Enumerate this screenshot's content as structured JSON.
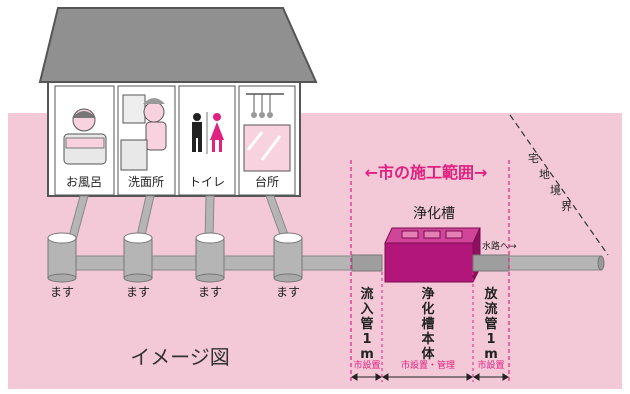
{
  "colors": {
    "background": "#f3c9d8",
    "accent": "#e0217f",
    "tank": "#b2167a",
    "pipe": "#b5b5b5",
    "roof": "#909090",
    "text": "#222222"
  },
  "rooms": [
    "お風呂",
    "洗面所",
    "トイレ",
    "台所"
  ],
  "room_icons": [
    "bathtub-icon",
    "washbasin-icon",
    "toilet-icon",
    "kitchen-icon"
  ],
  "masu_label": "ます",
  "scope_title": "←市の施工範囲→",
  "boundary_label": "宅地境界",
  "tank_label": "浄化槽",
  "water_label": "水路へ→",
  "sections": [
    {
      "label": "流入管1m",
      "owner": "市設置"
    },
    {
      "label": "浄化槽本体",
      "owner": "市設置・管理"
    },
    {
      "label": "放流管1m",
      "owner": "市設置"
    }
  ],
  "image_caption": "イメージ図"
}
